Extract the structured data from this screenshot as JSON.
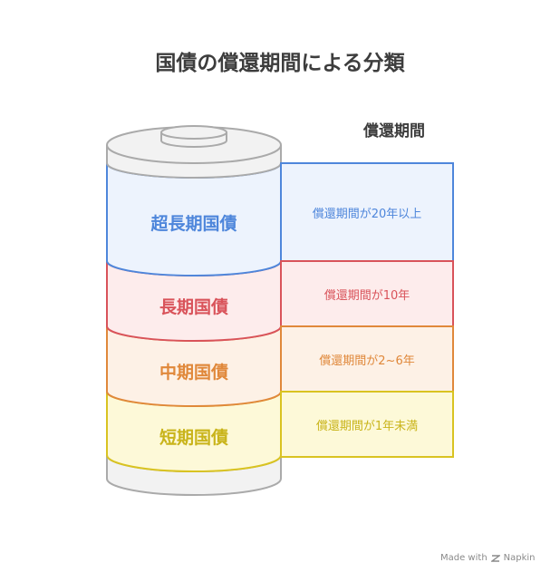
{
  "title": "国債の償還期間による分類",
  "column_header": "償還期間",
  "segments": [
    {
      "label": "超長期国債",
      "period": "償還期間が20年以上",
      "color": "#4e86db",
      "fill": "#edf3fd"
    },
    {
      "label": "長期国債",
      "period": "償還期間が10年",
      "color": "#d9535a",
      "fill": "#fdecec"
    },
    {
      "label": "中期国債",
      "period": "償還期間が2~6年",
      "color": "#e0883a",
      "fill": "#fdf1e6"
    },
    {
      "label": "短期国債",
      "period": "償還期間が1年未満",
      "color": "#d9c321",
      "fill": "#fdf9d8"
    }
  ],
  "footer": {
    "made_with": "Made with",
    "brand": "Napkin"
  }
}
